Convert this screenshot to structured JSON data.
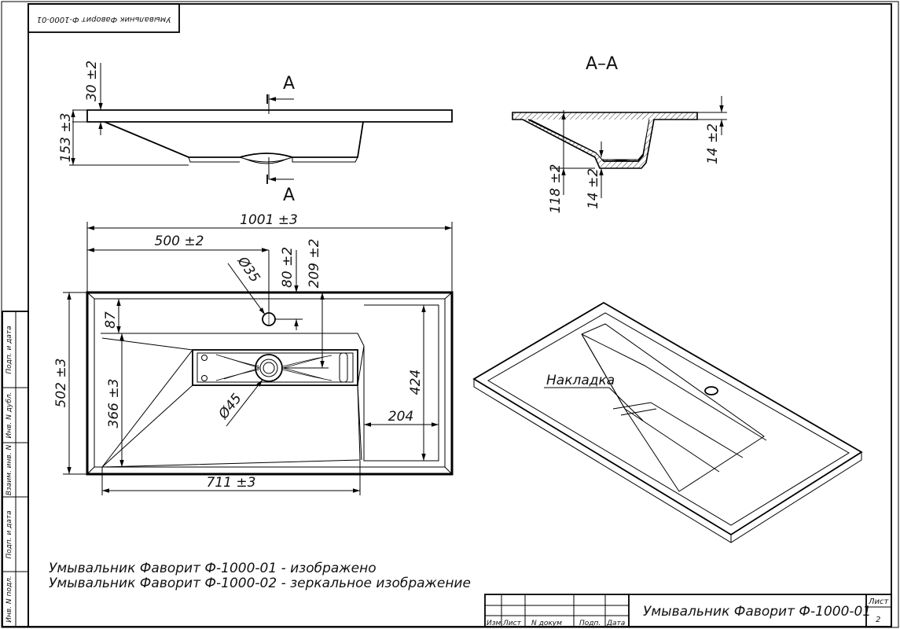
{
  "stamp": {
    "text": "Умывальник Фаворит Ф-1000-01"
  },
  "section": {
    "title": "A–A",
    "cut_label_top": "A",
    "cut_label_bottom": "A",
    "dims": {
      "height_total": "118 ±2",
      "bowl_step": "14 ±2",
      "rim_step": "14 ±2"
    }
  },
  "side_view": {
    "dims": {
      "rim": "30 ±2",
      "depth": "153 ±3"
    }
  },
  "top_view": {
    "dims": {
      "width_total": "1001 ±3",
      "hole_offset": "500 ±2",
      "hole_diameter": "Ø35",
      "hole_from_edge": "80 ±2",
      "drain_from_edge": "209 ±2",
      "depth_total": "502 ±3",
      "shelf_width": "87",
      "bowl_depth": "366 ±3",
      "drain_diameter": "Ø45",
      "right_depth": "424",
      "right_width": "204",
      "bowl_width": "711 ±3"
    }
  },
  "iso_view": {
    "callout": "Накладка"
  },
  "notes": [
    "Умывальник Фаворит Ф-1000-01 - изображено",
    "Умывальник Фаворит Ф-1000-02 - зеркальное изображение"
  ],
  "margin_labels": [
    "Подп. и дата",
    "Инв. N дубл.",
    "Взаим. инв. N",
    "Подп. и дата",
    "Инв. N подл."
  ],
  "title_block": {
    "name": "Умывальник Фаворит Ф-1000-01",
    "sheet_label": "Лист",
    "sheet_number": "2",
    "columns": [
      "Изм",
      "Лист",
      "N докум",
      "Подп.",
      "Дата"
    ]
  }
}
